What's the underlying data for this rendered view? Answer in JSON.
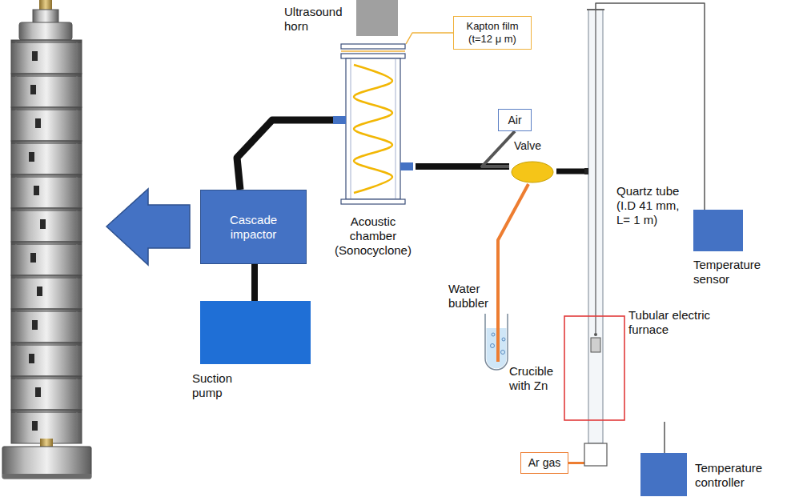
{
  "diagram": {
    "nodes": [
      {
        "text": [
          "Ultrasound horn"
        ]
      },
      {
        "text": [
          "Kapton film (t=12 μ m)"
        ]
      },
      {
        "text": [
          "Cascade impactor"
        ]
      },
      {
        "text": [
          "Acoustic chamber (Sonocyclone)"
        ]
      },
      {
        "text": [
          "Air"
        ]
      },
      {
        "text": [
          "Valve"
        ]
      },
      {
        "text": [
          "Quartz tube (I.D 41 mm, L= 1 m)"
        ]
      },
      {
        "text": [
          "Temperature sensor"
        ]
      },
      {
        "text": [
          "Water bubbler"
        ]
      },
      {
        "text": [
          "Suction pump"
        ]
      },
      {
        "text": [
          "Tubular electric furnace"
        ]
      },
      {
        "text": [
          "Ar gas"
        ]
      },
      {
        "text": [
          "Temperature controller"
        ]
      }
    ],
    "edges": [
      {
        "from": 2,
        "to": 3,
        "arrow": "none"
      },
      {
        "from": 2,
        "to": 9,
        "arrow": "none"
      },
      {
        "from": 1,
        "to": 3,
        "arrow": "none"
      },
      {
        "from": 3,
        "to": 5,
        "arrow": "none"
      },
      {
        "from": 4,
        "to": 5,
        "arrow": "none"
      },
      {
        "from": 5,
        "to": 6,
        "arrow": "none"
      },
      {
        "from": 5,
        "to": 8,
        "arrow": "none"
      },
      {
        "from": 7,
        "to": 6,
        "arrow": "none"
      },
      {
        "from": 10,
        "to": 12,
        "arrow": "none"
      },
      {
        "from": 11,
        "to": 6,
        "arrow": "none"
      }
    ],
    "labels": [
      "Crucible with Zn"
    ]
  }
}
